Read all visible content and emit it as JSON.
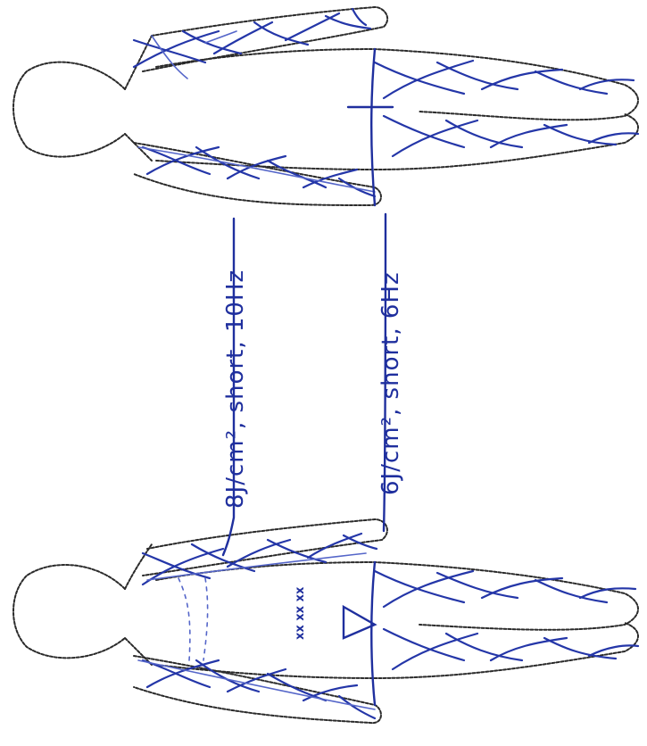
{
  "annotations": {
    "upper": "8J/cm², short, 10Hz",
    "lower": "6J/cm², short, 6Hz"
  },
  "marks": {
    "label": "xx xx xx"
  },
  "colors": {
    "ink": "#1f2f9e",
    "outline": "#2a2a2a"
  }
}
